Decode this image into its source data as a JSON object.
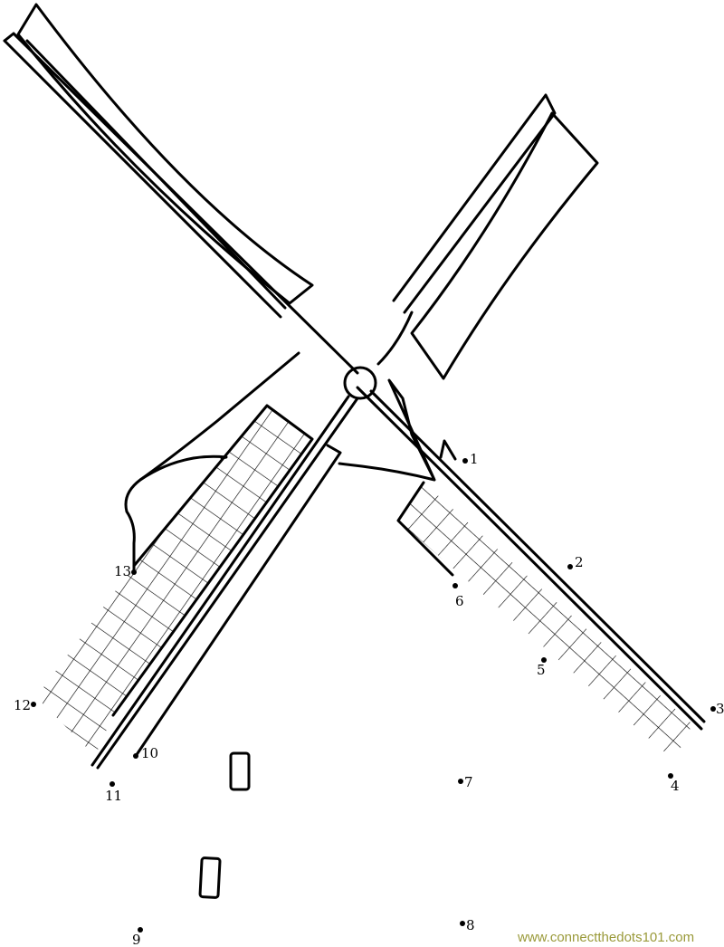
{
  "dots": [
    {
      "n": "1"
    },
    {
      "n": "2"
    },
    {
      "n": "3"
    },
    {
      "n": "4"
    },
    {
      "n": "5"
    },
    {
      "n": "6"
    },
    {
      "n": "7"
    },
    {
      "n": "8"
    },
    {
      "n": "9"
    },
    {
      "n": "10"
    },
    {
      "n": "11"
    },
    {
      "n": "12"
    },
    {
      "n": "13"
    }
  ],
  "watermark": "www.connectthedots101.com",
  "colors": {
    "line": "#000000",
    "watermark": "#9a9a3a"
  }
}
